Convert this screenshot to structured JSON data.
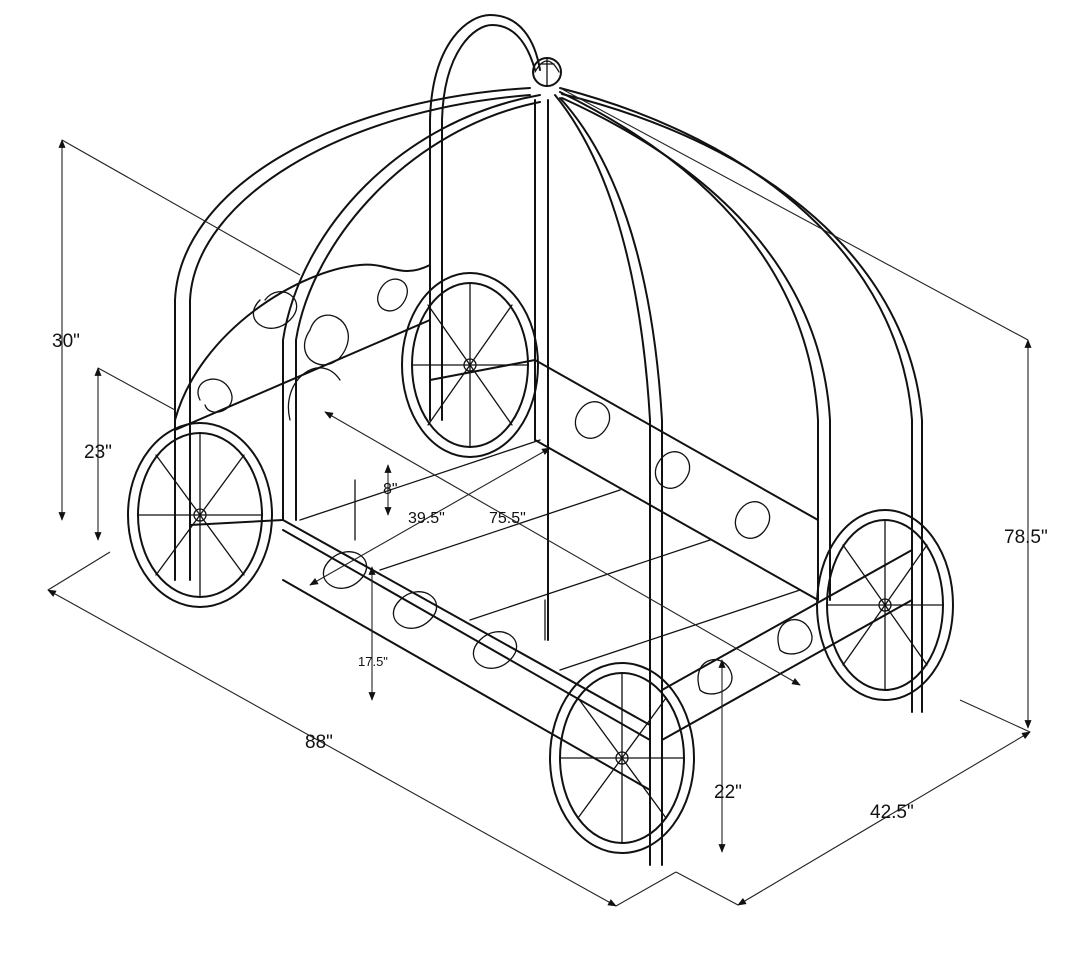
{
  "dimensions": {
    "headboard_height": "30\"",
    "side_rail_height": "23\"",
    "slat_clearance": "8\"",
    "inner_width": "39.5\"",
    "inner_length": "75.5\"",
    "rail_height": "17.5\"",
    "overall_length": "88\"",
    "ground_clearance": "22\"",
    "overall_width": "42.5\"",
    "overall_height": "78.5\""
  }
}
